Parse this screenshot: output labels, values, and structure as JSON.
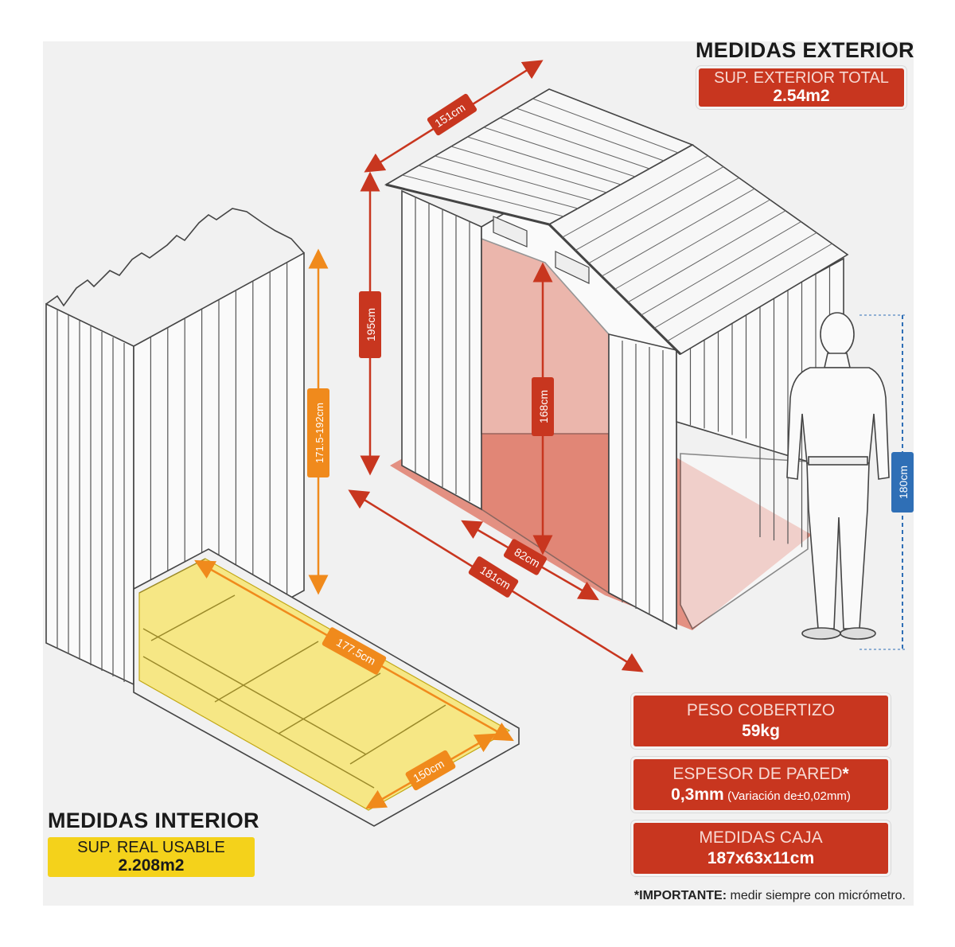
{
  "exterior": {
    "heading": "MEDIDAS EXTERIOR",
    "area_label": "SUP. EXTERIOR TOTAL",
    "area_value": "2.54m2"
  },
  "interior": {
    "heading": "MEDIDAS INTERIOR",
    "area_label": "SUP. REAL USABLE",
    "area_value": "2.208m2"
  },
  "dimensions": {
    "roof_depth": "151cm",
    "total_height": "195cm",
    "door_height": "168cm",
    "door_width": "82cm",
    "front_width": "181cm",
    "person_height": "180cm",
    "interior_height": "171.5-192cm",
    "interior_length": "177.5cm",
    "interior_width": "150cm"
  },
  "specs": [
    {
      "title": "PESO COBERTIZO",
      "value": "59kg",
      "note": ""
    },
    {
      "title": "ESPESOR DE PARED",
      "title_mark": "*",
      "value": "0,3mm",
      "note": "(Variación de±0,02mm)"
    },
    {
      "title": "MEDIDAS CAJA",
      "value": "187x63x11cm",
      "note": ""
    }
  ],
  "footnote": {
    "bold": "*IMPORTANTE:",
    "text": " medir siempre con micrómetro."
  },
  "colors": {
    "accent_red": "#c8361f",
    "accent_yellow": "#f4d21b",
    "accent_orange": "#f08a1c",
    "accent_blue": "#2f6fb6",
    "floor_red": "#e07f6e",
    "floor_yellow": "#f6e785"
  }
}
